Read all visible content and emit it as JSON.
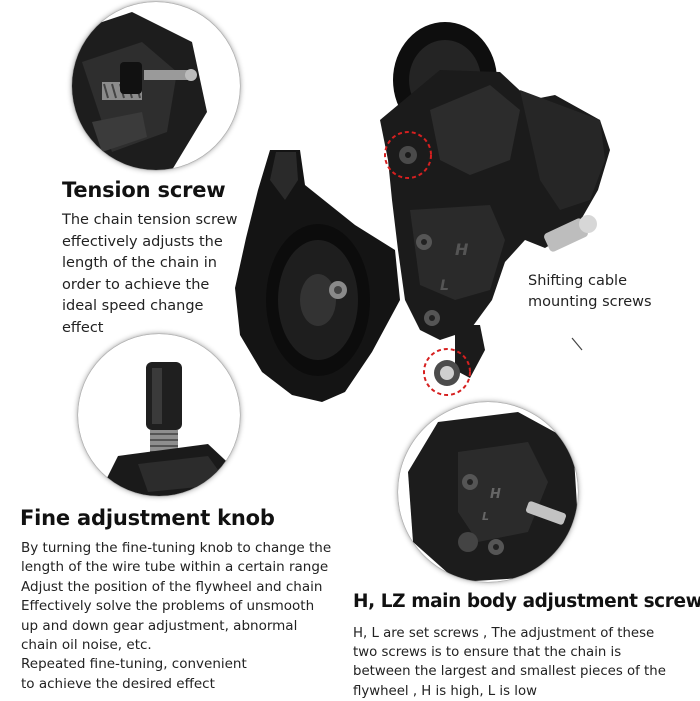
{
  "tension": {
    "title": "Tension screw",
    "lines": [
      "The chain tension screw",
      "effectively adjusts the",
      "length of the chain in",
      "order to achieve the",
      "ideal speed change",
      "effect"
    ]
  },
  "shifting": {
    "lines": [
      "Shifting cable",
      "mounting screws"
    ]
  },
  "fine": {
    "title": "Fine adjustment knob",
    "lines": [
      "By turning the fine-tuning knob to change the",
      "length of the wire tube within a certain range",
      "Adjust the position of the flywheel and chain",
      "Effectively solve the problems of unsmooth",
      "up and down gear adjustment, abnormal",
      "chain oil noise, etc.",
      "Repeated fine-tuning, convenient",
      "to achieve the desired effect"
    ]
  },
  "hl": {
    "title": "H, LZ main body adjustment screw",
    "lines": [
      "H, L are set screws , The adjustment of these",
      "two screws is to ensure that the chain is",
      "between the largest and smallest pieces of the",
      "flywheel , H is high, L is low"
    ]
  },
  "derailleur_marks": {
    "high": "H",
    "low": "L"
  },
  "colors": {
    "body": "#1a1a1a",
    "metal": "#c9c9c9",
    "highlight": "#d62020"
  }
}
